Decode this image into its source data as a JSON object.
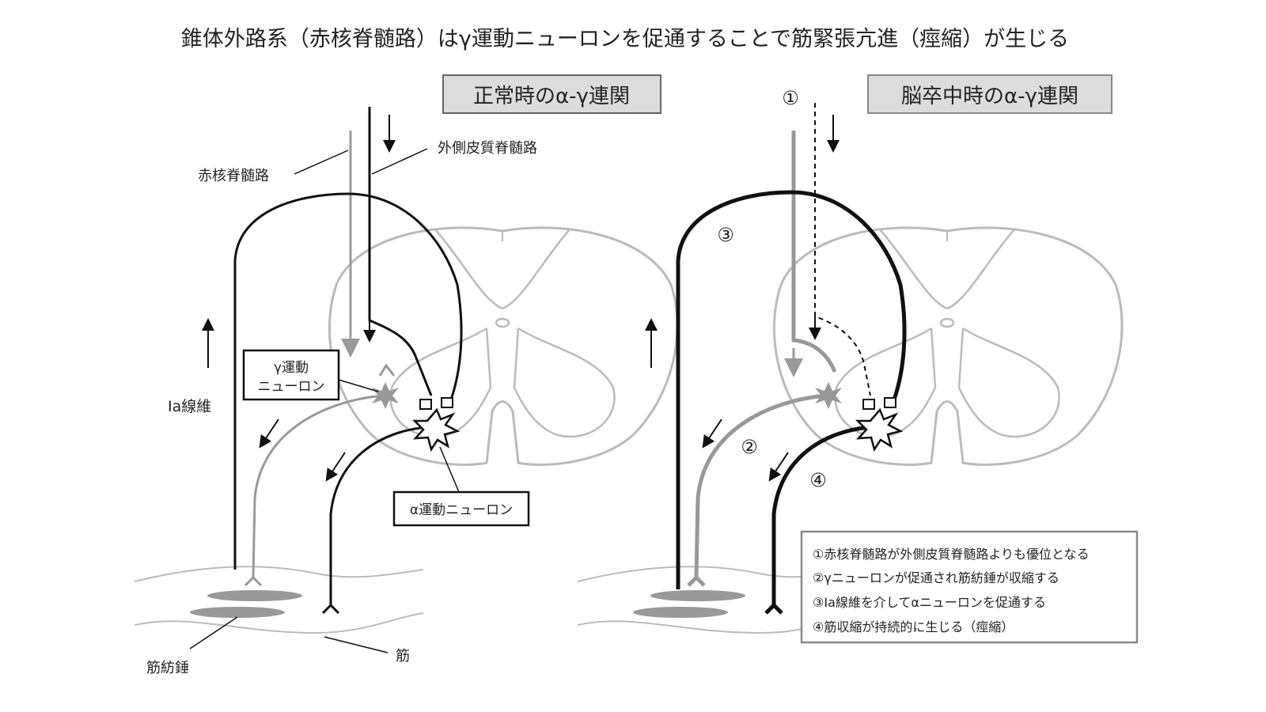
{
  "title": "錐体外路系（赤核脊髄路）はγ運動ニューロンを促通することで筋緊張亢進（痙縮）が生じる",
  "left_panel": {
    "heading": "正常時のα-γ連関",
    "rubrospinal": "赤核脊髄路",
    "corticospinal": "外側皮質脊髄路",
    "ia_fiber": "Ia線維",
    "gamma_line1": "γ運動",
    "gamma_line2": "ニューロン",
    "alpha": "α運動ニューロン",
    "spindle": "筋紡錘",
    "muscle": "筋"
  },
  "right_panel": {
    "heading": "脳卒中時のα-γ連関",
    "markers": [
      "①",
      "②",
      "③",
      "④"
    ],
    "legend": [
      "①赤核脊髄路が外側皮質脊髄路よりも優位となる",
      "②γニューロンが促通され筋紡錘が収縮する",
      "③Ia線維を介してαニューロンを促通する",
      "④筋収縮が持続的に生じる（痙縮）"
    ]
  },
  "colors": {
    "gray": "#999999",
    "black": "#111111",
    "heading_bg": "#dcdcdc"
  }
}
